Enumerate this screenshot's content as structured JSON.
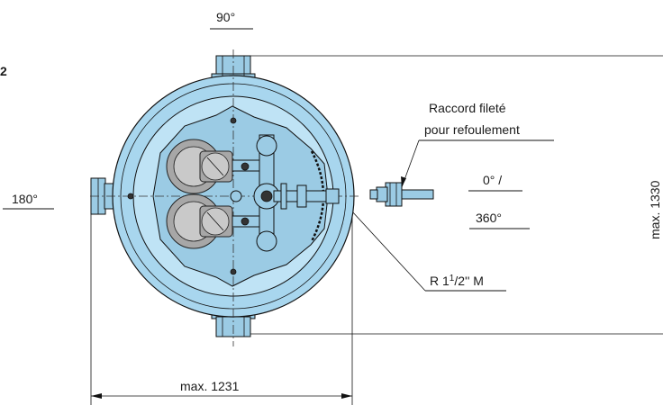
{
  "labels": {
    "angle_top": "90°",
    "angle_left": "180°",
    "angle_right_a": "0° /",
    "angle_right_b": "360°",
    "figure_number": "2",
    "connection_line1": "Raccord fileté",
    "connection_line2": "pour refoulement",
    "thread": "R 1",
    "thread_sup": "1",
    "thread_frac": "/2'' M",
    "dim_width": "max. 1231",
    "dim_height": "max. 1330"
  },
  "colors": {
    "body": "#a8d6ee",
    "inner": "#bfe3f5",
    "pump": "#a7a7a7",
    "line": "#111111"
  }
}
